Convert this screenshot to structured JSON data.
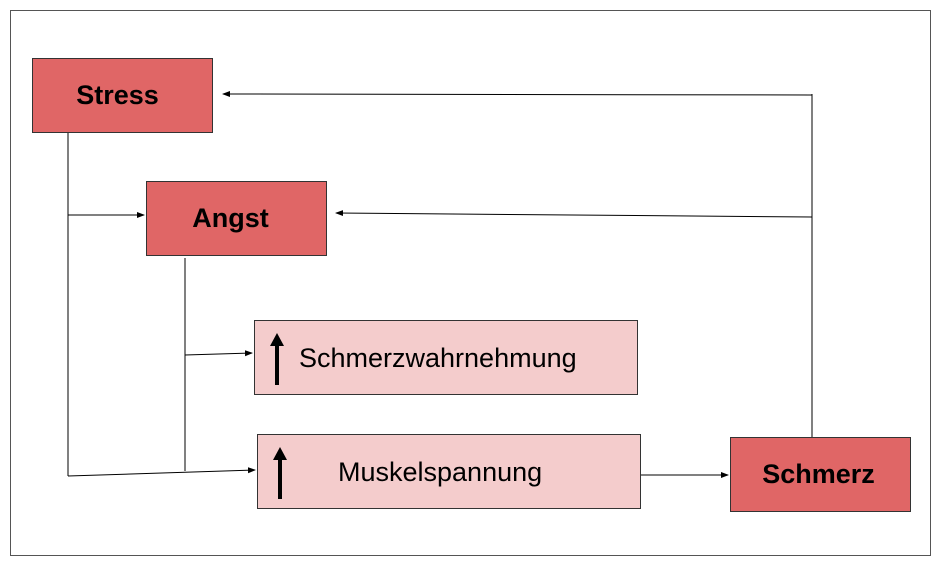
{
  "nodes": {
    "stress": "Stress",
    "angst": "Angst",
    "schmerzwahrnehmung": "Schmerzwahrnehmung",
    "muskelspannung": "Muskelspannung",
    "schmerz": "Schmerz"
  },
  "colors": {
    "strong_fill": "#e06666",
    "light_fill": "#f4cccc",
    "line": "#000000"
  },
  "icons": {
    "increase": "up-arrow-icon"
  }
}
